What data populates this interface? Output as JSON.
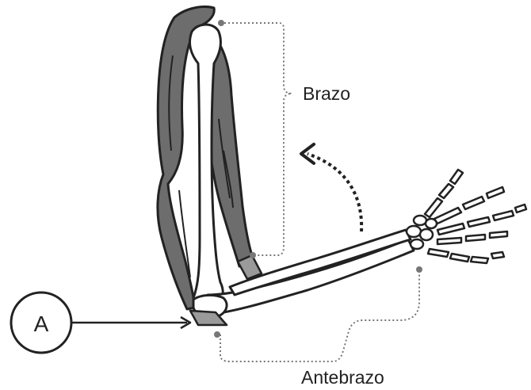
{
  "diagram": {
    "labels": {
      "upper_arm": "Brazo",
      "forearm": "Antebrazo",
      "callout": "A"
    },
    "colors": {
      "muscle": "#6d6d6d",
      "muscle_dark": "#4f4f4f",
      "tendon": "#9a9a9a",
      "outline": "#222222",
      "bone": "#ffffff",
      "dotted_guide": "#777777"
    },
    "motion_arrow": "curved-dotted-arrow"
  }
}
